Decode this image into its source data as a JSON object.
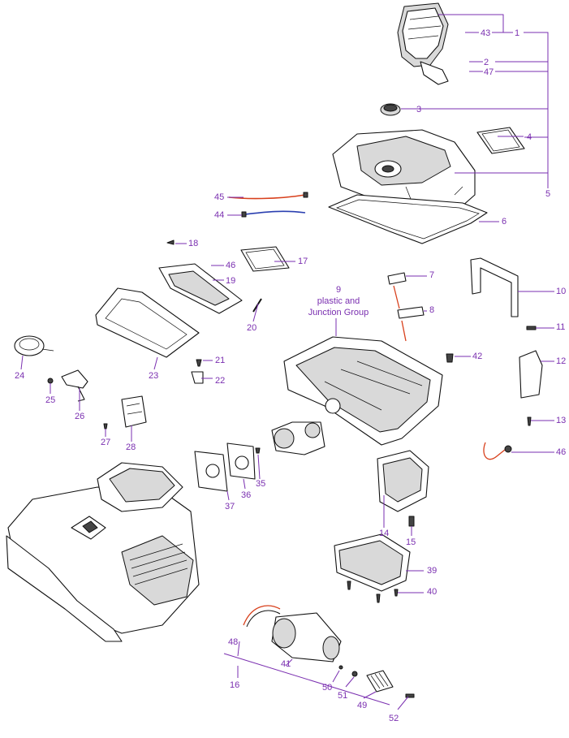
{
  "diagram": {
    "callouts": [
      {
        "id": "1",
        "text": "1"
      },
      {
        "id": "2",
        "text": "2"
      },
      {
        "id": "3",
        "text": "3"
      },
      {
        "id": "4",
        "text": "4"
      },
      {
        "id": "5",
        "text": "5"
      },
      {
        "id": "6",
        "text": "6"
      },
      {
        "id": "7",
        "text": "7"
      },
      {
        "id": "8",
        "text": "8"
      },
      {
        "id": "10",
        "text": "10"
      },
      {
        "id": "11",
        "text": "11"
      },
      {
        "id": "12",
        "text": "12"
      },
      {
        "id": "13",
        "text": "13"
      },
      {
        "id": "14",
        "text": "14"
      },
      {
        "id": "15",
        "text": "15"
      },
      {
        "id": "16",
        "text": "16"
      },
      {
        "id": "17",
        "text": "17"
      },
      {
        "id": "18",
        "text": "18"
      },
      {
        "id": "19",
        "text": "19"
      },
      {
        "id": "20",
        "text": "20"
      },
      {
        "id": "21",
        "text": "21"
      },
      {
        "id": "22",
        "text": "22"
      },
      {
        "id": "23",
        "text": "23"
      },
      {
        "id": "24",
        "text": "24"
      },
      {
        "id": "25",
        "text": "25"
      },
      {
        "id": "26",
        "text": "26"
      },
      {
        "id": "27",
        "text": "27"
      },
      {
        "id": "28",
        "text": "28"
      },
      {
        "id": "35",
        "text": "35"
      },
      {
        "id": "36",
        "text": "36"
      },
      {
        "id": "37",
        "text": "37"
      },
      {
        "id": "39",
        "text": "39"
      },
      {
        "id": "40",
        "text": "40"
      },
      {
        "id": "41",
        "text": "41"
      },
      {
        "id": "42",
        "text": "42"
      },
      {
        "id": "43",
        "text": "43"
      },
      {
        "id": "44",
        "text": "44"
      },
      {
        "id": "45",
        "text": "45"
      },
      {
        "id": "46a",
        "text": "46"
      },
      {
        "id": "46b",
        "text": "46"
      },
      {
        "id": "47",
        "text": "47"
      },
      {
        "id": "48",
        "text": "48"
      },
      {
        "id": "49",
        "text": "49"
      },
      {
        "id": "50",
        "text": "50"
      },
      {
        "id": "51",
        "text": "51"
      },
      {
        "id": "52",
        "text": "52"
      }
    ],
    "group9": {
      "number": "9",
      "line1": "plastic and",
      "line2": "Junction Group"
    },
    "colors": {
      "callout": "#7a2fb0",
      "line": "#7a2fb0",
      "part_outline": "#111111",
      "wire_red": "#d8401c",
      "wire_blue": "#2a3fb0"
    }
  }
}
